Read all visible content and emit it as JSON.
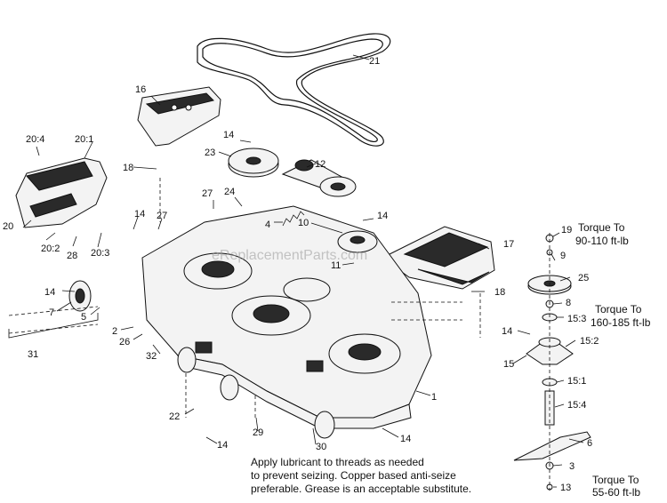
{
  "watermark": "eReplacementParts.com",
  "labels": {
    "p1": "1",
    "p2": "2",
    "p3": "3",
    "p4": "4",
    "p5": "5",
    "p6": "6",
    "p7": "7",
    "p8": "8",
    "p9": "9",
    "p10": "10",
    "p11": "11",
    "p12": "12",
    "p13": "13",
    "p14a": "14",
    "p14b": "14",
    "p14c": "14",
    "p14d": "14",
    "p14e": "14",
    "p14f": "14",
    "p14g": "14",
    "p15": "15",
    "p15_1": "15:1",
    "p15_2": "15:2",
    "p15_3": "15:3",
    "p15_4": "15:4",
    "p16": "16",
    "p17": "17",
    "p18a": "18",
    "p18b": "18",
    "p19": "19",
    "p20": "20",
    "p20_1": "20:1",
    "p20_2": "20:2",
    "p20_3": "20:3",
    "p20_4": "20:4",
    "p21": "21",
    "p22": "22",
    "p23": "23",
    "p24": "24",
    "p25": "25",
    "p26": "26",
    "p27a": "27",
    "p27b": "27",
    "p28": "28",
    "p29": "29",
    "p30": "30",
    "p31": "31",
    "p32": "32"
  },
  "torque_notes": {
    "t1_line1": "Torque To",
    "t1_line2": "90-110 ft-lb",
    "t2_line1": "Torque To",
    "t2_line2": "160-185 ft-lb",
    "t3_line1": "Torque To",
    "t3_line2": "55-60 ft-lb"
  },
  "instruction_note": {
    "line1": "Apply lubricant to threads as needed",
    "line2": "to prevent seizing. Copper based anti-seize",
    "line3": "preferable. Grease is an acceptable substitute."
  }
}
